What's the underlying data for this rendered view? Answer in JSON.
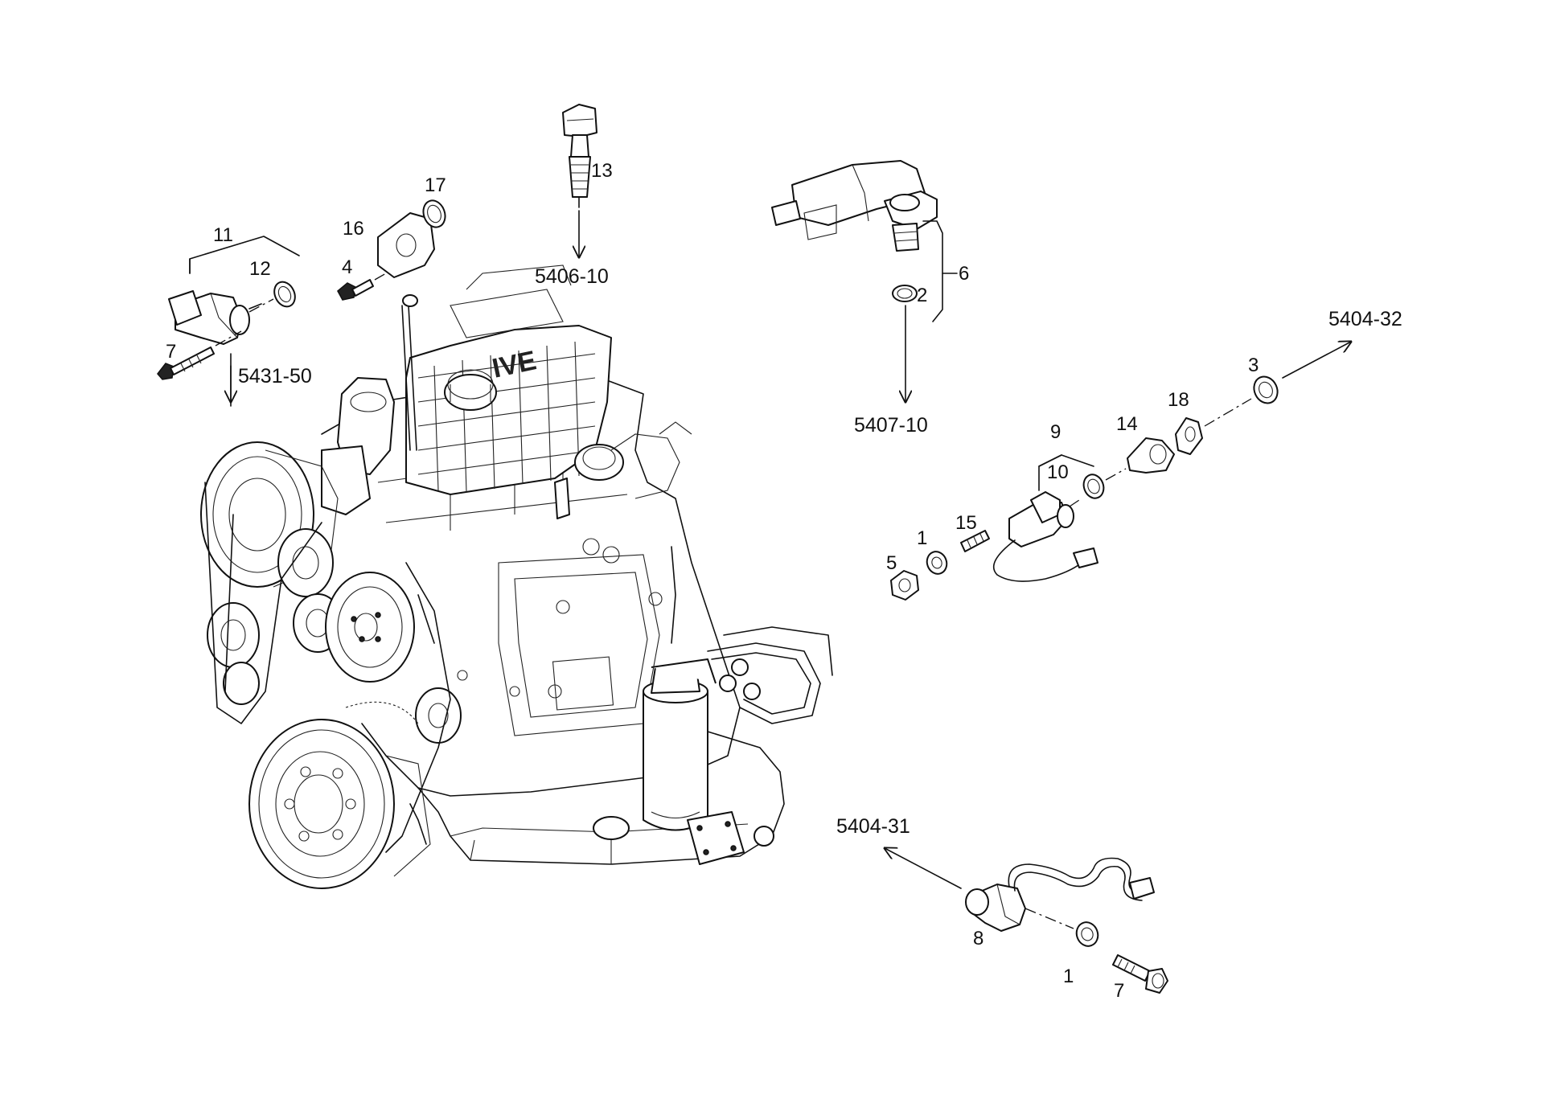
{
  "callouts": {
    "c1a": "1",
    "c1b": "1",
    "c2": "2",
    "c3": "3",
    "c4": "4",
    "c5": "5",
    "c6": "6",
    "c7a": "7",
    "c7b": "7",
    "c8": "8",
    "c9": "9",
    "c10": "10",
    "c11": "11",
    "c12": "12",
    "c13": "13",
    "c14": "14",
    "c15": "15",
    "c16": "16",
    "c17": "17",
    "c18": "18"
  },
  "references": {
    "r5431_50": "5431-50",
    "r5406_10": "5406-10",
    "r5407_10": "5407-10",
    "r5404_32": "5404-32",
    "r5404_31": "5404-31"
  },
  "engine": {
    "badge": "IVE"
  }
}
